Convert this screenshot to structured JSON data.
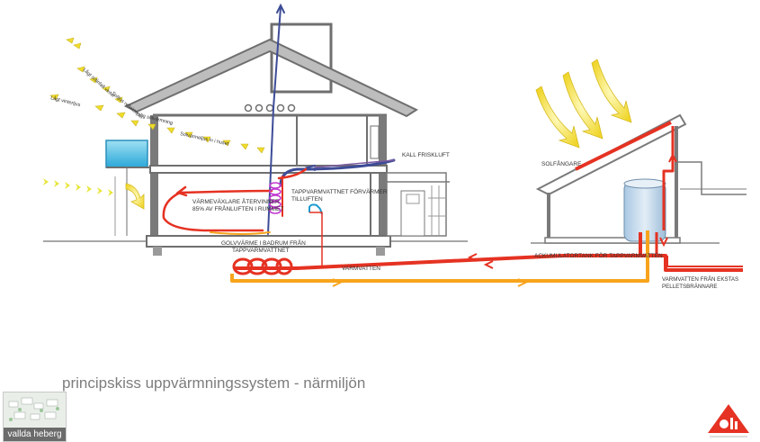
{
  "labels": {
    "kall_friskluft": "KALL FRISKLUFT",
    "tappvarmvattnet_forvarmer": "TAPPVARMVATTNET FÖRVÄRMER",
    "tilluften": "TILLUFTEN",
    "varmevaxlare_1": "VÄRMEVÄXLARE ÅTERVINNER",
    "varmevaxlare_2": "85% AV FRÅNLUFTEN I RUMMET",
    "golvvarme_1": "GOLVVÄRME I BADRUM FRÅN",
    "golvvarme_2": "TAPPVARMVATTNET",
    "varmvatten": "VARMVATTEN",
    "solfangare": "SOLFÅNGARE",
    "ackumulatortank": "ACKUMULATORTANK FÖR TAPPVARMVATTEN",
    "extern_1": "VARMVATTEN FRÅN EKSTAS",
    "extern_2": "PELLETSBRÄNNARE",
    "sun_1": "Lågt solinfall vinter",
    "sun_2": "Solljus reflekteras",
    "sun_3": "Lågt vinterljus",
    "sun_4": "Tidig solvärmning",
    "sun_5": "Solvärmeljus in i huset"
  },
  "caption": "principskiss uppvärmningssystem - närmiljön",
  "thumbnail_label": "vallda heberg",
  "colors": {
    "hot": "#e53222",
    "warm": "#f7a41c",
    "yellow": "#f2e12e",
    "cold": "#3d4c97",
    "wall": "#6f6f6f",
    "roof": "#7b7b7b",
    "window": "#59c1e4",
    "tank": "#c7dcee"
  }
}
